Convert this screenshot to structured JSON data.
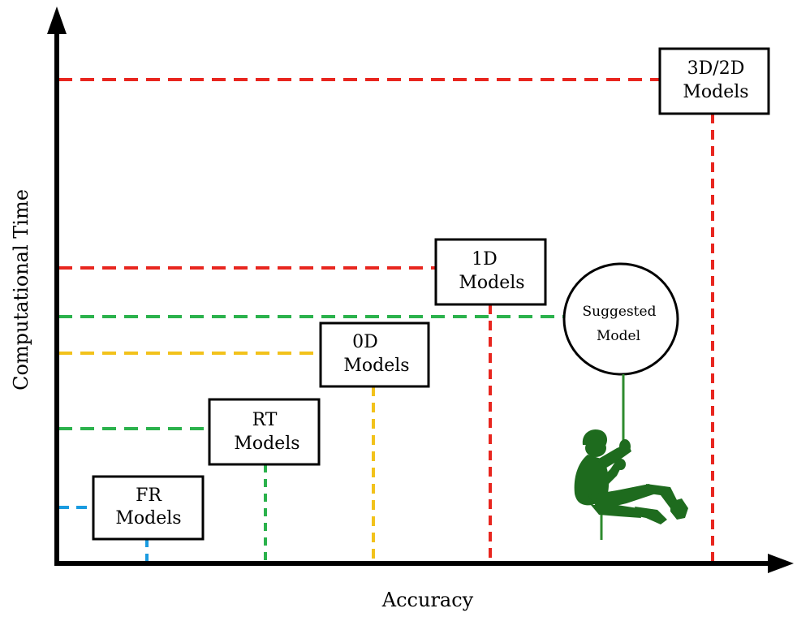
{
  "axes": {
    "x_label": "Accuracy",
    "y_label": "Computational Time"
  },
  "boxes": [
    {
      "id": "fr",
      "line1": "FR",
      "line2": "Models",
      "color": "#1a9be0"
    },
    {
      "id": "rt",
      "line1": "RT",
      "line2": "Models",
      "color": "#2bb24c"
    },
    {
      "id": "0d",
      "line1": "0D",
      "line2": "Models",
      "color": "#f2c21b"
    },
    {
      "id": "1d",
      "line1": "1D",
      "line2": "Models",
      "color": "#e8261f"
    },
    {
      "id": "3d",
      "line1": "3D/2D",
      "line2": "Models",
      "color": "#e8261f"
    }
  ],
  "suggested": {
    "line1": "Suggested",
    "line2": "Model",
    "color": "#2bb24c"
  },
  "figure_color": "#1e6b1e"
}
